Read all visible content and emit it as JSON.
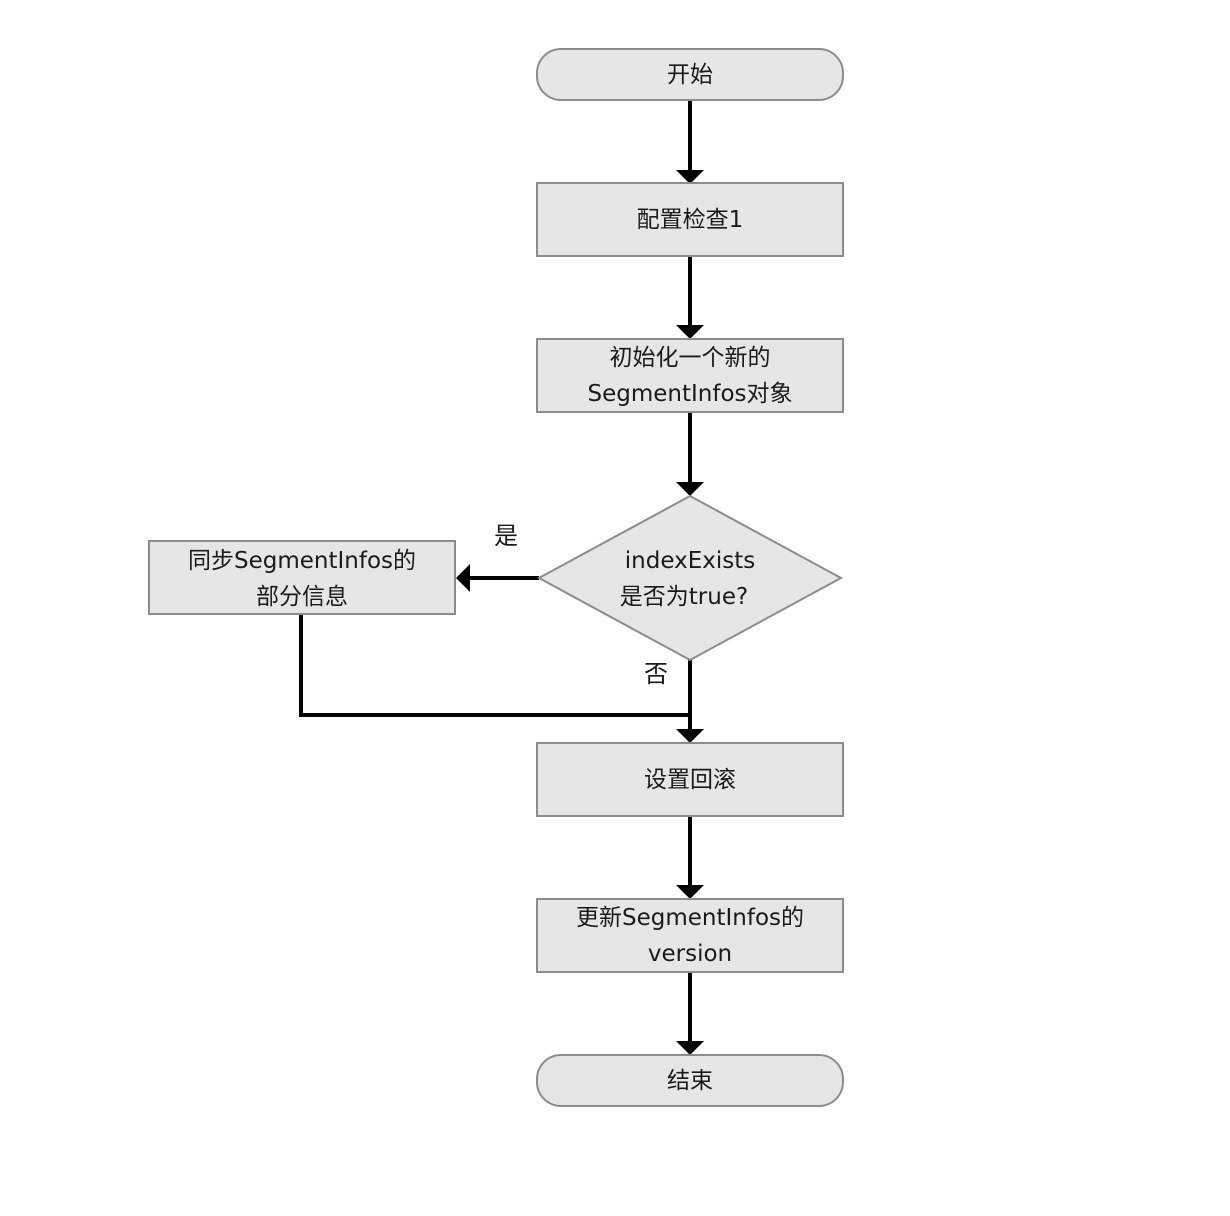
{
  "nodes": {
    "start": {
      "lines": [
        "开始"
      ]
    },
    "config_check": {
      "lines": [
        "配置检查1"
      ]
    },
    "init_segment_infos": {
      "lines": [
        "初始化一个新的",
        "SegmentInfos对象"
      ]
    },
    "index_exists": {
      "lines": [
        "indexExists",
        "是否为true?"
      ]
    },
    "sync_segment_infos": {
      "lines": [
        "同步SegmentInfos的",
        "部分信息"
      ]
    },
    "set_rollback": {
      "lines": [
        "设置回滚"
      ]
    },
    "update_version": {
      "lines": [
        "更新SegmentInfos的",
        "version"
      ]
    },
    "end": {
      "lines": [
        "结束"
      ]
    }
  },
  "edge_labels": {
    "yes": "是",
    "no": "否"
  }
}
